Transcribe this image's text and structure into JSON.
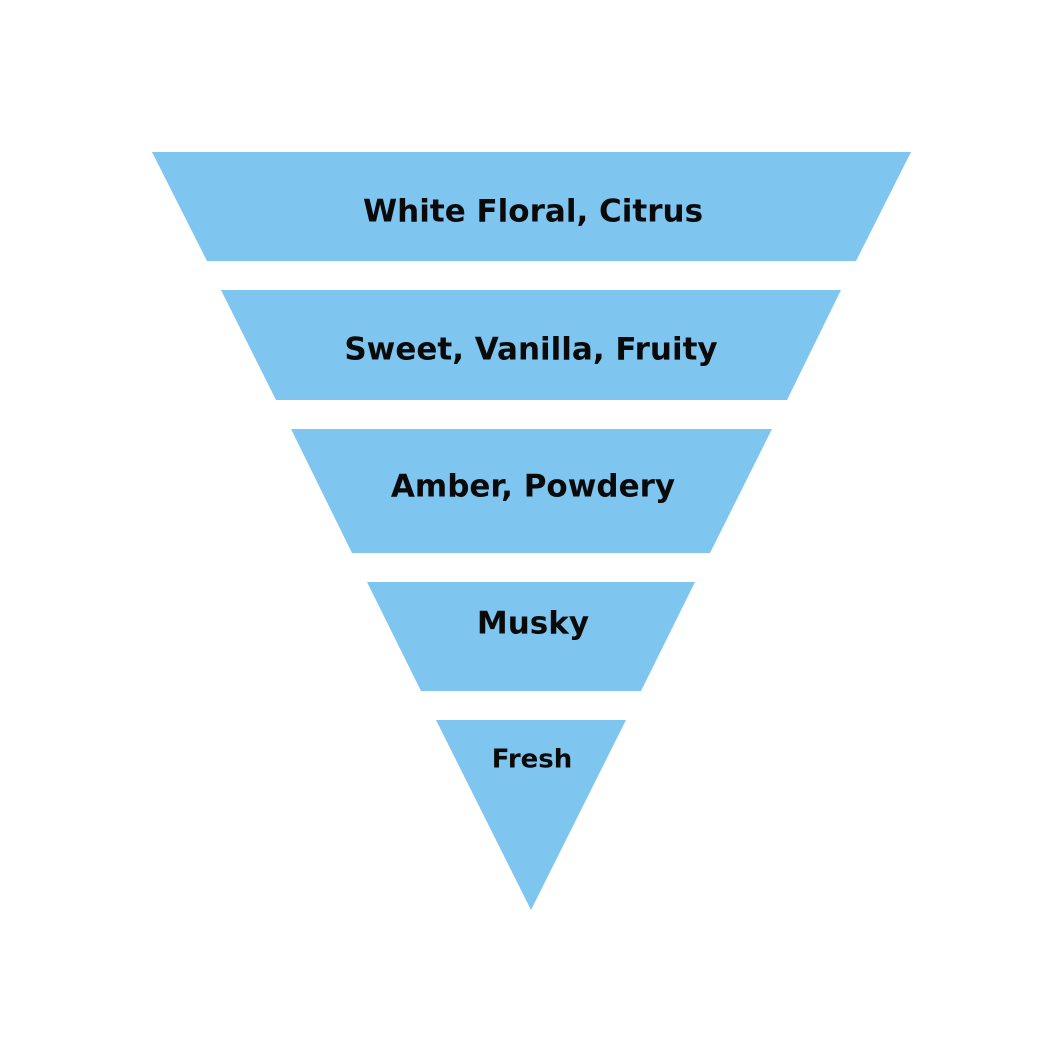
{
  "diagram": {
    "type": "inverted-pyramid",
    "fill_color": "#7ec6f0",
    "text_color": "#0a0a0a",
    "background": "#ffffff",
    "tiers": [
      {
        "label": "White Floral, Citrus"
      },
      {
        "label": "Sweet, Vanilla, Fruity"
      },
      {
        "label": "Amber, Powdery"
      },
      {
        "label": "Musky"
      },
      {
        "label": "Fresh"
      }
    ]
  }
}
